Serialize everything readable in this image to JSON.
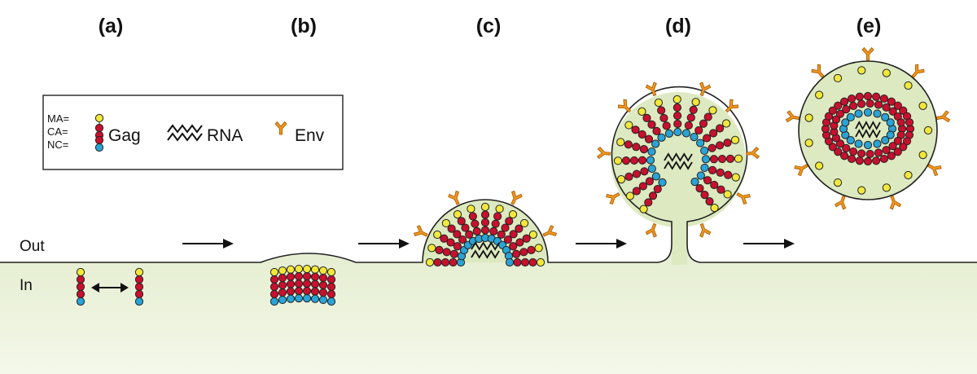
{
  "panels": [
    {
      "label": "(a)"
    },
    {
      "label": "(b)"
    },
    {
      "label": "(c)"
    },
    {
      "label": "(d)"
    },
    {
      "label": "(e)"
    }
  ],
  "regions": {
    "outside": "Out",
    "inside": "In"
  },
  "legend": {
    "gag_parts": [
      "MA=",
      "CA=",
      "NC="
    ],
    "gag_label": "Gag",
    "rna_label": "RNA",
    "env_label": "Env"
  },
  "colors": {
    "ma": "#f2e83c",
    "ca": "#c8102e",
    "nc": "#2aa3d6",
    "env": "#f0961e",
    "cytoplasm_top": "#dfe9c6",
    "cytoplasm_bottom": "#f4f8ea",
    "virion_fill": "#dde9c0",
    "outline": "#222222"
  }
}
